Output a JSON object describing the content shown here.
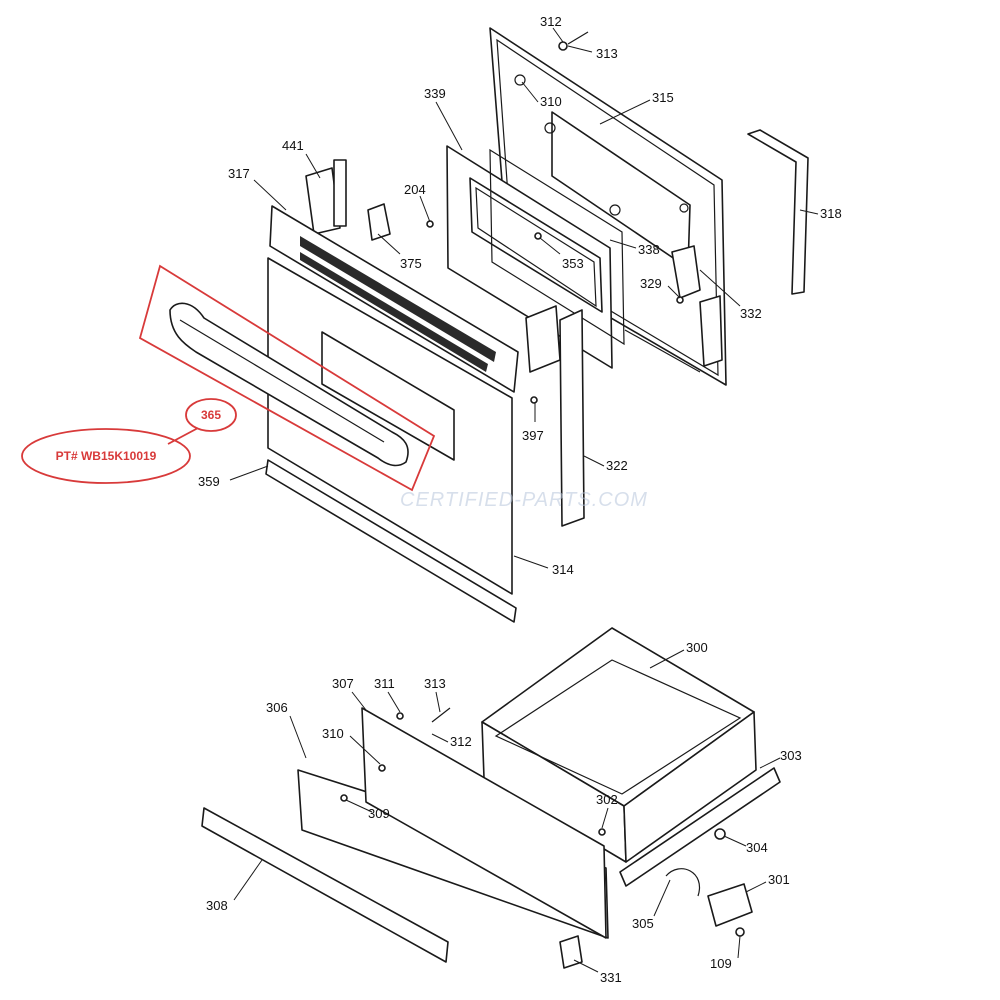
{
  "diagram": {
    "callouts": [
      "312",
      "313",
      "310",
      "315",
      "339",
      "441",
      "317",
      "204",
      "375",
      "353",
      "338",
      "318",
      "329",
      "332",
      "397",
      "322",
      "365",
      "359",
      "314",
      "300",
      "307",
      "311",
      "313",
      "306",
      "310",
      "312",
      "303",
      "309",
      "302",
      "304",
      "301",
      "305",
      "308",
      "109",
      "331"
    ],
    "highlight": {
      "callout": "365",
      "part_number": "PT# WB15K10019",
      "color": "#d83a3a"
    },
    "watermark": "CERTIFIED-PARTS.COM",
    "colors": {
      "line": "#1a1a1a",
      "highlight": "#d83a3a",
      "background": "#ffffff"
    }
  }
}
